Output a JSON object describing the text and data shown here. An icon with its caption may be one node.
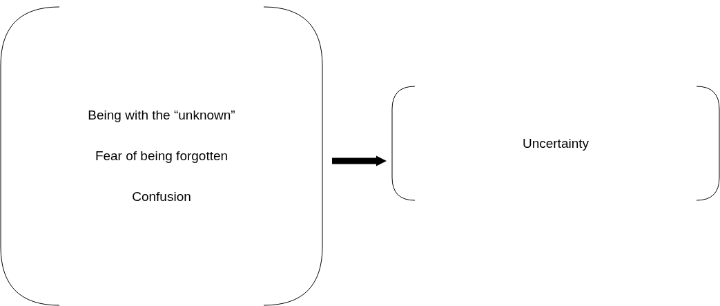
{
  "diagram": {
    "nodes": [
      {
        "text": [
          "Being with the “unknown”",
          "Fear of being forgotten",
          "Confusion"
        ]
      },
      {
        "text": [
          "Uncertainty"
        ]
      }
    ],
    "edges": [
      {
        "from": 0,
        "to": 1,
        "arrow": "to"
      }
    ]
  }
}
